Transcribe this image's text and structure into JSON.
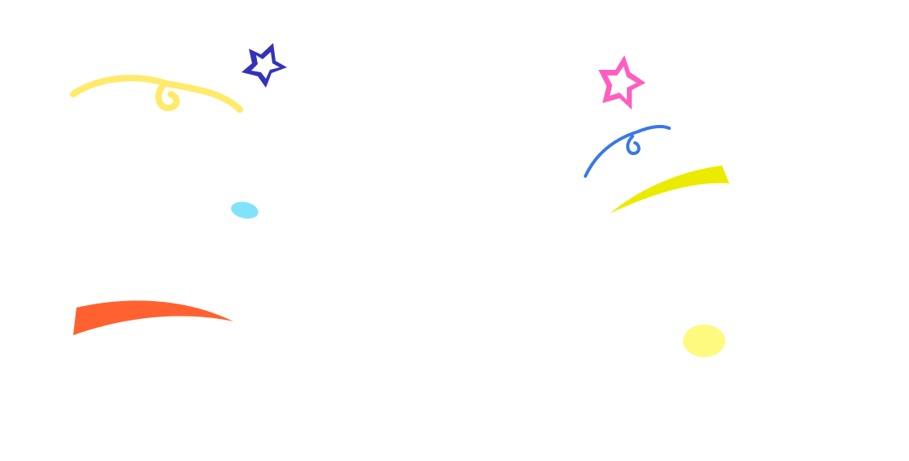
{
  "scene": {
    "background_color": "#ffffff",
    "confetti": [
      {
        "name": "yellow-curly-streamer",
        "shape": "curly-streamer",
        "color": "#ffea6b"
      },
      {
        "name": "navy-outline-star",
        "shape": "outline-star",
        "color": "#3333b8"
      },
      {
        "name": "cyan-dot",
        "shape": "oval-dot",
        "color": "#80e3fa"
      },
      {
        "name": "orange-ribbon",
        "shape": "ribbon",
        "color": "#ff6230"
      },
      {
        "name": "pink-outline-star",
        "shape": "outline-star",
        "color": "#ff5ec0"
      },
      {
        "name": "blue-curly-streamer",
        "shape": "curly-streamer",
        "color": "#3a78e6"
      },
      {
        "name": "yellow-ribbon",
        "shape": "ribbon",
        "color": "#ebeb00"
      },
      {
        "name": "pale-yellow-dot",
        "shape": "round-dot",
        "color": "#fefa80"
      }
    ]
  }
}
